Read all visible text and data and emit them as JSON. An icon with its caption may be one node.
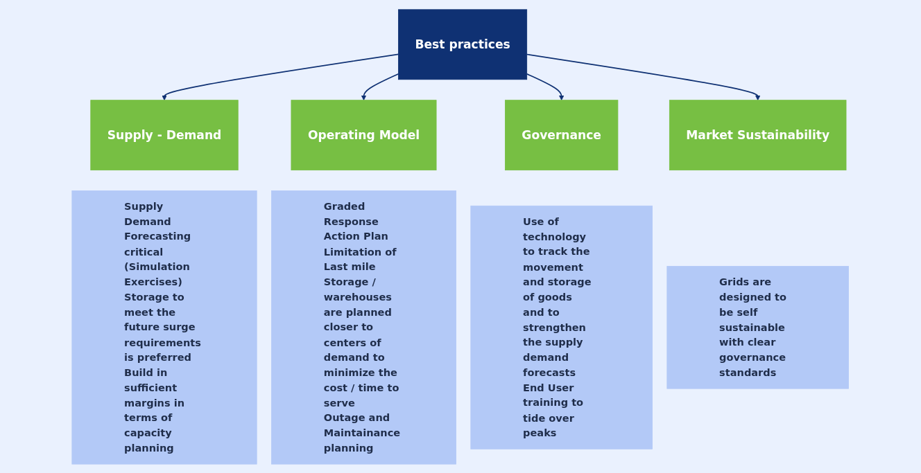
{
  "diagram": {
    "nodes": [
      {
        "text": [
          "Best practices"
        ]
      },
      {
        "text": [
          "Supply - Demand"
        ]
      },
      {
        "text": [
          "Operating Model"
        ]
      },
      {
        "text": [
          "Governance"
        ]
      },
      {
        "text": [
          "Market Sustainability"
        ]
      },
      {
        "text": [
          "Supply Demand Forecasting critical (Simulation Exercises)",
          "Storage to meet the future surge requirements is preferred",
          "Build in sufficient margins in terms of capacity planning"
        ]
      },
      {
        "text": [
          "Graded Response Action Plan",
          "Limitation of Last mile",
          "Storage / warehouses are planned closer to centers of demand to minimize the cost / time to serve",
          "Outage and Maintainance planning"
        ]
      },
      {
        "text": [
          "Use of technology to track the movement and storage of goods and to strengthen the supply demand forecasts",
          "End User training to tide over peaks"
        ]
      },
      {
        "text": [
          "Grids are designed to be self sustainable with clear governance standards"
        ]
      }
    ],
    "edges": [
      {
        "from": 0,
        "to": 1,
        "arrow": "to"
      },
      {
        "from": 0,
        "to": 2,
        "arrow": "to"
      },
      {
        "from": 0,
        "to": 3,
        "arrow": "to"
      },
      {
        "from": 0,
        "to": 4,
        "arrow": "to"
      }
    ]
  }
}
